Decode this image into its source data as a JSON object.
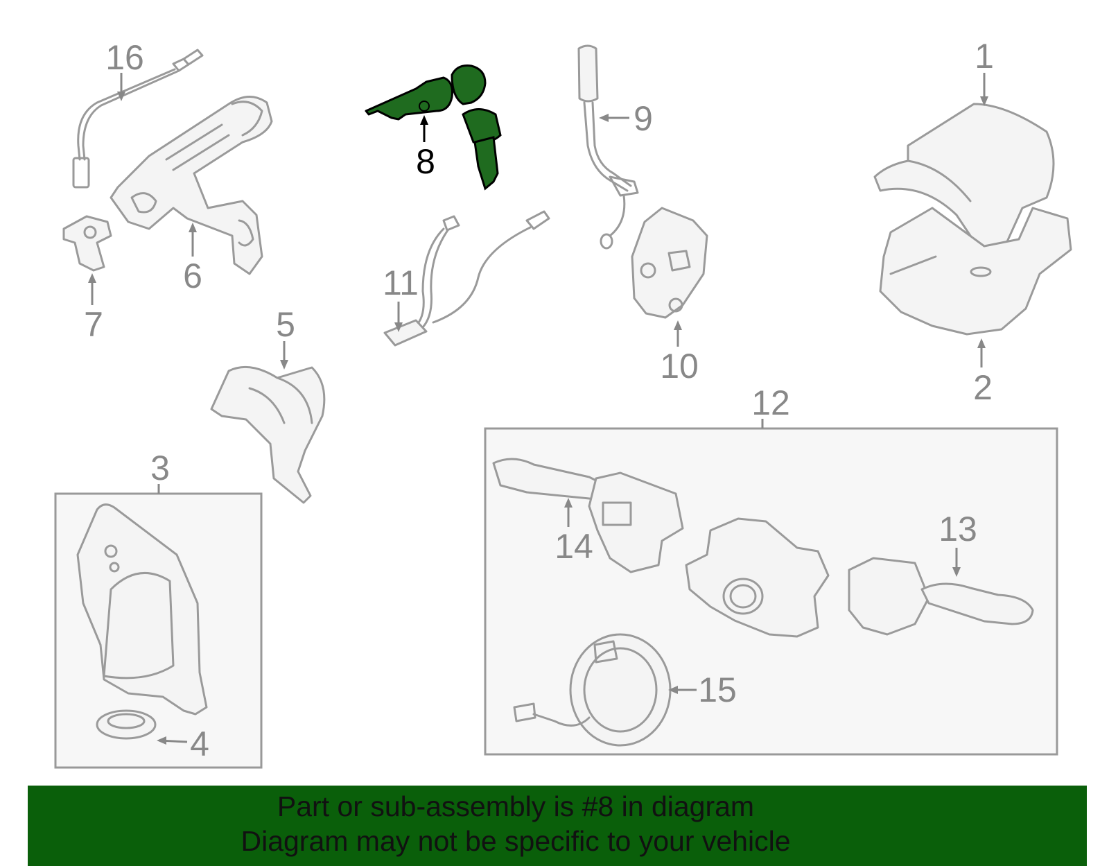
{
  "diagram": {
    "highlight_color": "#1f6b1f",
    "labels": {
      "p1": "1",
      "p2": "2",
      "p3": "3",
      "p4": "4",
      "p5": "5",
      "p6": "6",
      "p7": "7",
      "p8": "8",
      "p9": "9",
      "p10": "10",
      "p11": "11",
      "p12": "12",
      "p13": "13",
      "p14": "14",
      "p15": "15",
      "p16": "16"
    }
  },
  "banner": {
    "background": "#0a5f0a",
    "line1": "Part or sub-assembly is #8 in diagram",
    "line2": "Diagram may not be specific to your vehicle"
  }
}
